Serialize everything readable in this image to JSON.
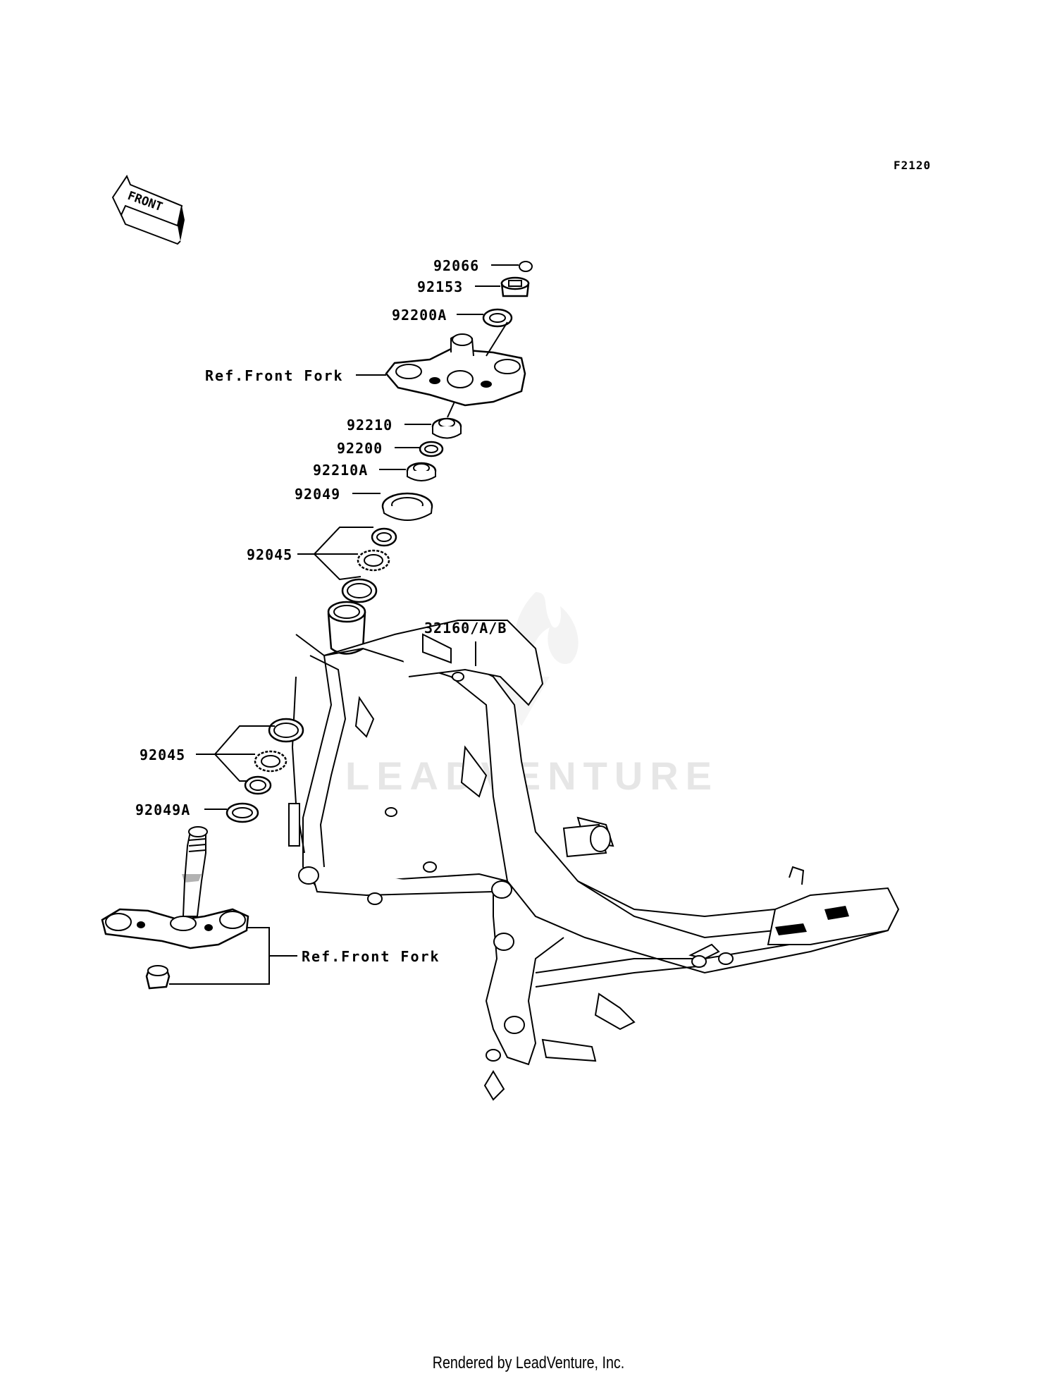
{
  "diagram_code": "F2120",
  "front_arrow": {
    "label": "FRONT",
    "icon": "front-direction-arrow-icon"
  },
  "labels": {
    "p92066": "92066",
    "p92153": "92153",
    "p92200A": "92200A",
    "ref_front_fork_top": "Ref.Front Fork",
    "p92210": "92210",
    "p92200": "92200",
    "p92210A": "92210A",
    "p92049": "92049",
    "p92045_upper": "92045",
    "p32160": "32160/A/B",
    "p92045_lower": "92045",
    "p92049A": "92049A",
    "ref_front_fork_bottom": "Ref.Front Fork"
  },
  "watermark": "LEADVENTURE",
  "footer": "Rendered by LeadVenture, Inc."
}
